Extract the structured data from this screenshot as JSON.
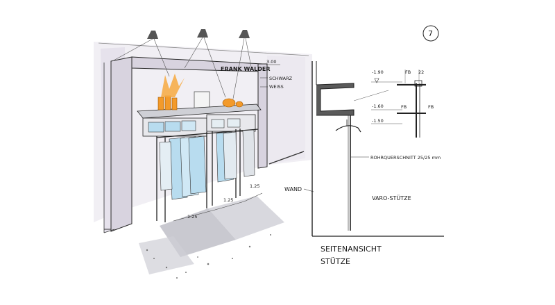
{
  "sheet": {
    "page_number": "7",
    "colors": {
      "ink": "#1a1a1a",
      "wall_tint": "#e9e6ee",
      "shirt_blue": "#b8dcef",
      "accent_orange": "#f39a2a",
      "floor_grey": "#bcbcc4"
    }
  },
  "perspective": {
    "fascia_brand": "FRANK WALDER",
    "fascia_height": "3.00",
    "note_black": "SCHWARZ",
    "note_white": "WEISS",
    "dimensions": [
      "1.25",
      "1.25",
      "1.25"
    ],
    "wall_label": "WAND",
    "icons": [
      "spotlight-icon",
      "spotlight-icon",
      "spotlight-icon"
    ]
  },
  "section": {
    "levels": [
      "-1.90",
      "-1.60",
      "-1.50"
    ],
    "detail_top": [
      "FB",
      "22"
    ],
    "detail_mid": [
      "FB",
      "FB"
    ],
    "tube_note": "ROHRQUERSCHNITT 25/25 mm",
    "post_label": "VARO-STÜTZE",
    "caption_line1": "SEITENANSICHT",
    "caption_line2": "STÜTZE"
  }
}
